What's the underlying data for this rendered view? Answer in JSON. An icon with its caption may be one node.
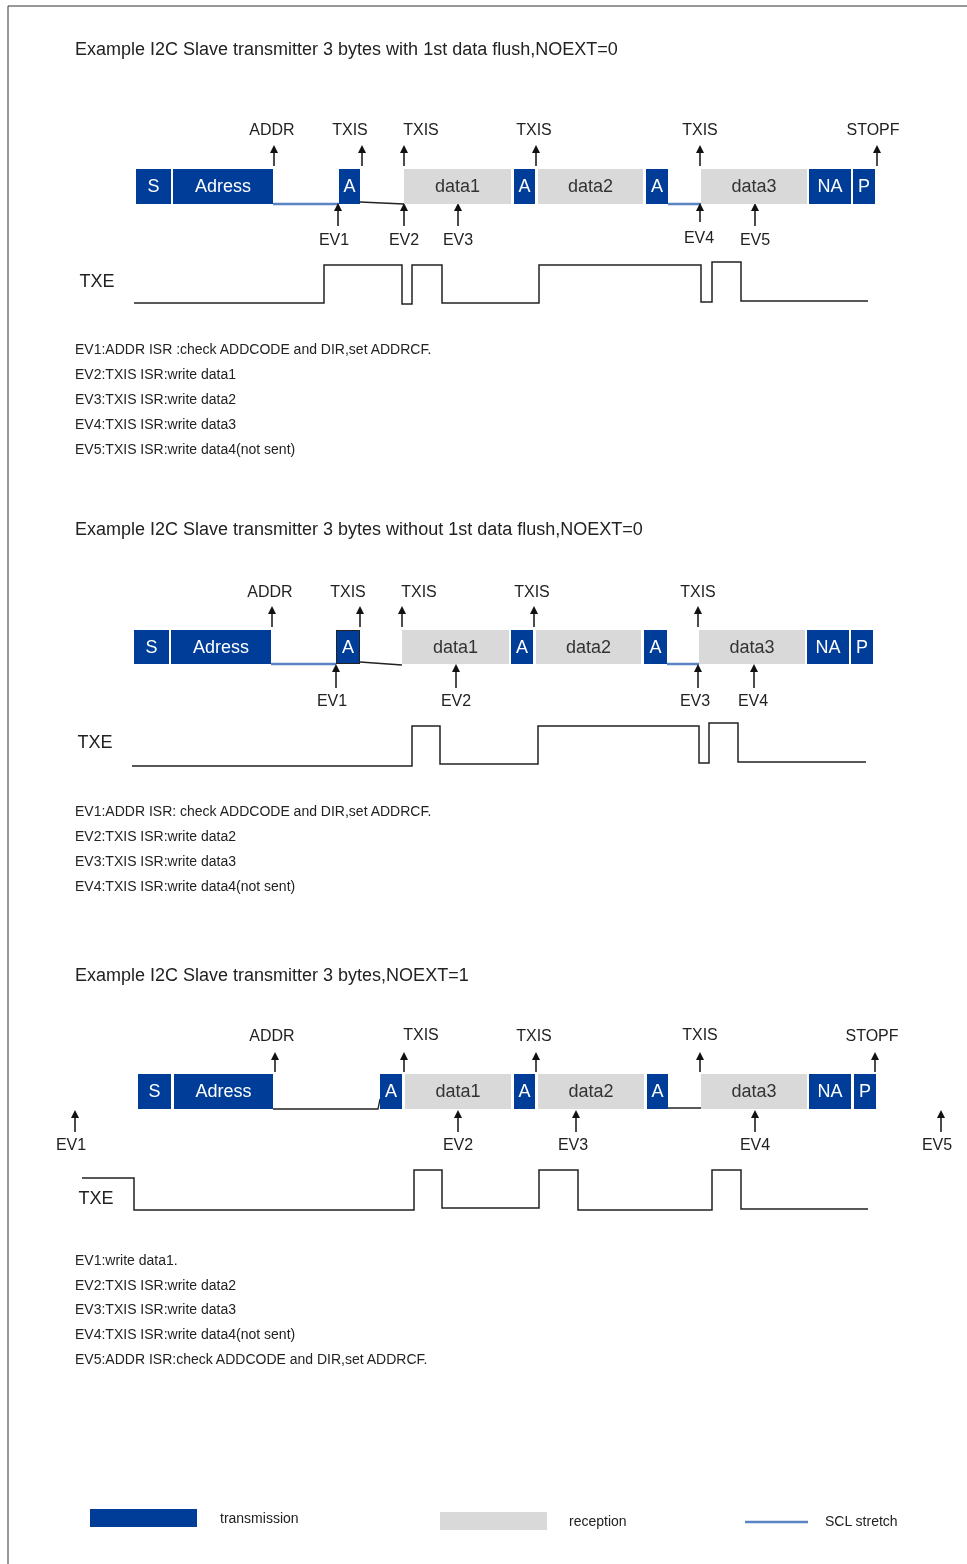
{
  "diagram": {
    "nodes": [
      {
        "text": [
          "S"
        ]
      },
      {
        "text": [
          "Adress"
        ]
      },
      {
        "text": [
          "A"
        ]
      },
      {
        "text": [
          "data1"
        ]
      },
      {
        "text": [
          "A"
        ]
      },
      {
        "text": [
          "data2"
        ]
      },
      {
        "text": [
          "A"
        ]
      },
      {
        "text": [
          "data3"
        ]
      },
      {
        "text": [
          "NA"
        ]
      },
      {
        "text": [
          "P"
        ]
      },
      {
        "text": [
          "S"
        ]
      },
      {
        "text": [
          "Adress"
        ]
      },
      {
        "text": [
          "A"
        ]
      },
      {
        "text": [
          "data1"
        ]
      },
      {
        "text": [
          "A"
        ]
      },
      {
        "text": [
          "data2"
        ]
      },
      {
        "text": [
          "A"
        ]
      },
      {
        "text": [
          "data3"
        ]
      },
      {
        "text": [
          "NA"
        ]
      },
      {
        "text": [
          "P"
        ]
      },
      {
        "text": [
          "S"
        ]
      },
      {
        "text": [
          "Adress"
        ]
      },
      {
        "text": [
          "A"
        ]
      },
      {
        "text": [
          "data1"
        ]
      },
      {
        "text": [
          "A"
        ]
      },
      {
        "text": [
          "data2"
        ]
      },
      {
        "text": [
          "A"
        ]
      },
      {
        "text": [
          "data3"
        ]
      },
      {
        "text": [
          "NA"
        ]
      },
      {
        "text": [
          "P"
        ]
      }
    ],
    "edges": [
      {
        "from": 1,
        "to": 2,
        "arrow": "none",
        "color": "#5b84c4"
      },
      {
        "from": 2,
        "to": 3,
        "arrow": "none",
        "color": "#222222"
      },
      {
        "from": 6,
        "to": 7,
        "arrow": "none",
        "color": "#5b84c4"
      },
      {
        "from": 11,
        "to": 12,
        "arrow": "none",
        "color": "#5b84c4"
      },
      {
        "from": 12,
        "to": 13,
        "arrow": "none",
        "color": "#222222"
      },
      {
        "from": 16,
        "to": 17,
        "arrow": "none",
        "color": "#5b84c4"
      },
      {
        "from": 21,
        "to": 22,
        "arrow": "none",
        "color": "#222222"
      },
      {
        "from": 26,
        "to": 27,
        "arrow": "none",
        "color": "#222222"
      }
    ],
    "labels": [
      "Example I2C Slave transmitter 3 bytes with 1st data flush,NOEXT=0",
      "ADDR",
      "TXIS",
      "TXIS",
      "TXIS",
      "TXIS",
      "STOPF",
      "EV1",
      "EV2",
      "EV3",
      "EV4",
      "EV5",
      "TXE",
      "EV1:ADDR ISR :check ADDCODE and DIR,set ADDRCF.",
      "EV2:TXIS ISR:write data1",
      "EV3:TXIS ISR:write data2",
      "EV4:TXIS ISR:write data3",
      "EV5:TXIS ISR:write data4(not sent)",
      "Example I2C Slave transmitter 3 bytes without 1st data flush,NOEXT=0",
      "ADDR",
      "TXIS",
      "TXIS",
      "TXIS",
      "TXIS",
      "EV1",
      "EV2",
      "EV3",
      "EV4",
      "TXE",
      "EV1:ADDR ISR: check ADDCODE and DIR,set ADDRCF.",
      "EV2:TXIS ISR:write data2",
      "EV3:TXIS ISR:write data3",
      "EV4:TXIS ISR:write data4(not sent)",
      "Example I2C Slave transmitter 3 bytes,NOEXT=1",
      "ADDR",
      "TXIS",
      "TXIS",
      "TXIS",
      "STOPF",
      "EV1",
      "EV2",
      "EV3",
      "EV4",
      "EV5",
      "TXE",
      "EV1:write data1.",
      "EV2:TXIS ISR:write data2",
      "EV3:TXIS ISR:write data3",
      "EV4:TXIS ISR:write data4(not sent)",
      "EV5:ADDR ISR:check ADDCODE and DIR,set ADDRCF."
    ],
    "legend": [
      {
        "text": "transmission",
        "color": "#003d99"
      },
      {
        "text": "reception",
        "color": "#d9d9d9"
      },
      {
        "text": "SCL stretch"
      }
    ]
  }
}
